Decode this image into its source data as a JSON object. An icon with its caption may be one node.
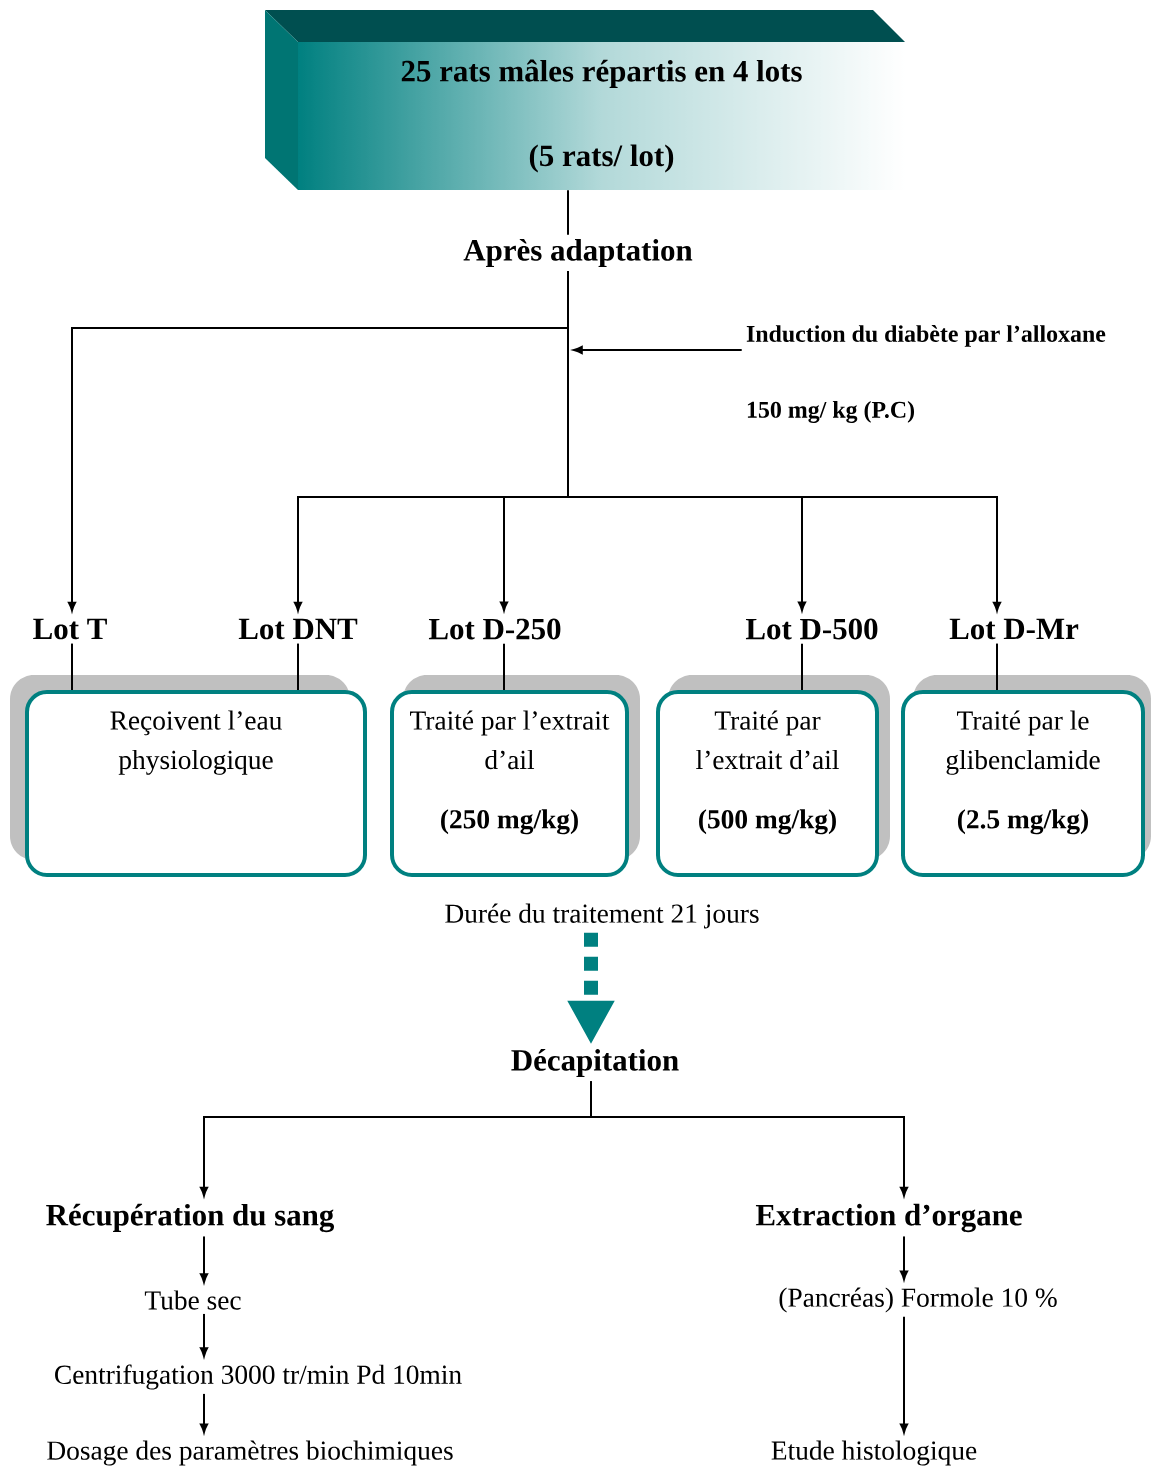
{
  "diagram": {
    "nodes": [
      {
        "text": [
          "25 rats mâles répartis en 4 lots",
          "(5 rats/ lot)"
        ]
      },
      {
        "text": [
          "Après adaptation"
        ]
      },
      {
        "text": [
          "Induction du diabète par l’alloxane 150 mg/ kg (P.C)"
        ]
      },
      {
        "text": [
          "Lot T"
        ]
      },
      {
        "text": [
          "Lot DNT"
        ]
      },
      {
        "text": [
          "Lot D-250"
        ]
      },
      {
        "text": [
          "Lot D-500"
        ]
      },
      {
        "text": [
          "Lot D-Mr"
        ]
      },
      {
        "text": [
          "Reçoivent l’eau physiologique"
        ]
      },
      {
        "text": [
          "Traité par l’extrait d’ail",
          "(250 mg/kg)"
        ]
      },
      {
        "text": [
          "Traité par l’extrait d’ail",
          "(500 mg/kg)"
        ]
      },
      {
        "text": [
          "Traité par le glibenclamide",
          "(2.5 mg/kg)"
        ]
      },
      {
        "text": [
          "Durée du traitement 21 jours"
        ]
      },
      {
        "text": [
          "Décapitation"
        ]
      },
      {
        "text": [
          "Récupération du sang"
        ]
      },
      {
        "text": [
          "Extraction d’organe"
        ]
      },
      {
        "text": [
          "Tube sec"
        ]
      },
      {
        "text": [
          "Centrifugation 3000 tr/min Pd 10min"
        ]
      },
      {
        "text": [
          "Dosage des paramètres biochimiques"
        ]
      },
      {
        "text": [
          "(Pancréas)  Formole 10 %"
        ]
      },
      {
        "text": [
          "Etude histologique"
        ]
      }
    ],
    "edges": [
      {
        "from": 0,
        "to": 1,
        "arrow": "none"
      },
      {
        "from": 1,
        "to": 3,
        "arrow": "to"
      },
      {
        "from": 1,
        "to": 4,
        "arrow": "to"
      },
      {
        "from": 1,
        "to": 5,
        "arrow": "to"
      },
      {
        "from": 1,
        "to": 6,
        "arrow": "to"
      },
      {
        "from": 1,
        "to": 7,
        "arrow": "to"
      },
      {
        "from": 2,
        "to": null,
        "arrow": "to"
      },
      {
        "from": 3,
        "to": 8,
        "arrow": "none"
      },
      {
        "from": 4,
        "to": 8,
        "arrow": "none"
      },
      {
        "from": 5,
        "to": 9,
        "arrow": "none"
      },
      {
        "from": 6,
        "to": 10,
        "arrow": "none"
      },
      {
        "from": 7,
        "to": 11,
        "arrow": "none"
      },
      {
        "from": 12,
        "to": 13,
        "arrow": "to",
        "style": "dashed",
        "color": "#008080"
      },
      {
        "from": 13,
        "to": 14,
        "arrow": "to"
      },
      {
        "from": 13,
        "to": 15,
        "arrow": "to"
      },
      {
        "from": 14,
        "to": 16,
        "arrow": "to"
      },
      {
        "from": 16,
        "to": 17,
        "arrow": "to"
      },
      {
        "from": 17,
        "to": 18,
        "arrow": "to"
      },
      {
        "from": 15,
        "to": 19,
        "arrow": "to"
      },
      {
        "from": 19,
        "to": 20,
        "arrow": "to"
      }
    ]
  }
}
